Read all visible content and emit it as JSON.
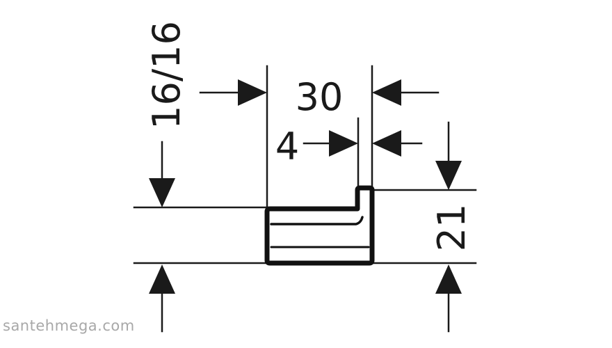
{
  "drawing": {
    "dimensions": {
      "height_range": "16/16",
      "width_total": "30",
      "lip_width": "4",
      "depth": "21"
    }
  },
  "watermark": {
    "text": "santehmega.com"
  }
}
